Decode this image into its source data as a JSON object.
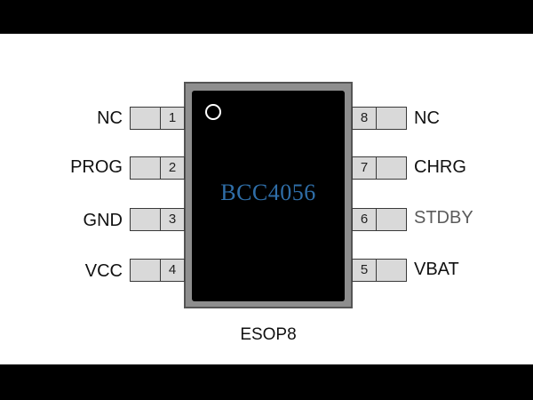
{
  "chip": {
    "part_number": "BCC4056",
    "package": "ESOP8"
  },
  "pins": {
    "left": [
      {
        "number": "1",
        "label": "NC"
      },
      {
        "number": "2",
        "label": "PROG"
      },
      {
        "number": "3",
        "label": "GND"
      },
      {
        "number": "4",
        "label": "VCC"
      }
    ],
    "right": [
      {
        "number": "8",
        "label": "NC"
      },
      {
        "number": "7",
        "label": "CHRG"
      },
      {
        "number": "6",
        "label": "STDBY"
      },
      {
        "number": "5",
        "label": "VBAT"
      }
    ]
  },
  "colors": {
    "part_number_text": "#2f6ea8",
    "chip_body": "#000000",
    "chip_frame": "#8e8e8e",
    "pin_fill": "#d9d9d9"
  }
}
